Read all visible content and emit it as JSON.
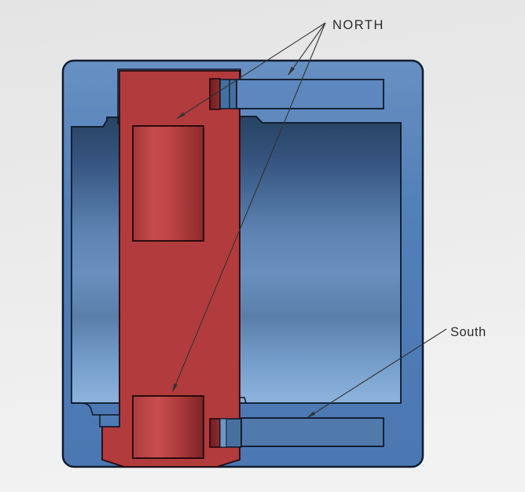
{
  "viewport": {
    "type": "cad-section-view",
    "description": "Cross-section view of a cylindrical housing assembly with annotated magnet poles"
  },
  "annotations": {
    "north": {
      "label": "NORTH",
      "leader_count": 3
    },
    "south": {
      "label": "South",
      "leader_count": 1
    }
  },
  "colors": {
    "background_top": "#e4e4e4",
    "background_bottom": "#f2f2f2",
    "housing_blue": "#4f7ab4",
    "bore_dark_blue": "#2a4565",
    "bore_light_blue": "#8db4dd",
    "magnet_red": "#b23b3d",
    "magnet_dark_red": "#7c2426",
    "top_bar_blue": "#5d87be",
    "bottom_bar_blue": "#507aac",
    "outline": "#101c30",
    "leader_line": "#333333",
    "label_text": "#2b2b2b"
  },
  "parts": {
    "outer_housing": "outer-housing-section",
    "inner_bore": "inner-bore-cylinder",
    "center_pole": "center-red-pole",
    "upper_magnet": "upper-red-cylinder",
    "lower_magnet": "lower-red-cylinder",
    "top_bar": "top-coil-bar",
    "bottom_bar": "bottom-coil-bar"
  }
}
